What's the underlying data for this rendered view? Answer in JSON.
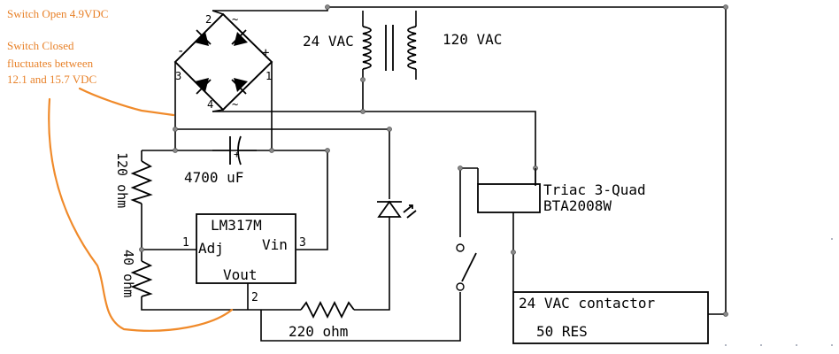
{
  "annotations": {
    "switch_open": "Switch Open 4.9VDC",
    "switch_closed_lines": [
      "Switch Closed",
      "fluctuates between",
      "12.1 and 15.7 VDC"
    ]
  },
  "bridge": {
    "pin_2": "2",
    "pin_3": "3",
    "pin_4": "4",
    "pin_1": "1",
    "minus": "-",
    "plus": "+",
    "ac_top": "~",
    "ac_bottom": "~"
  },
  "transformer": {
    "secondary": "24 VAC",
    "primary": "120 VAC"
  },
  "capacitor": {
    "label": "4700 uF",
    "plus": "+"
  },
  "resistors": {
    "r120": "120 ohm",
    "r40": "40 ohm",
    "r220": "220 ohm"
  },
  "regulator": {
    "name": "LM317M",
    "adj": "Adj",
    "vin": "Vin",
    "vout": "Vout",
    "pin_adj": "1",
    "pin_vin": "3",
    "pin_vout": "2"
  },
  "triac": {
    "line1": "Triac 3-Quad",
    "line2": "BTA2008W"
  },
  "contactor": {
    "line1": "24 VAC contactor",
    "line2": "50 RES"
  },
  "colors": {
    "annotation": "#f08a2a",
    "wire": "#000000"
  }
}
